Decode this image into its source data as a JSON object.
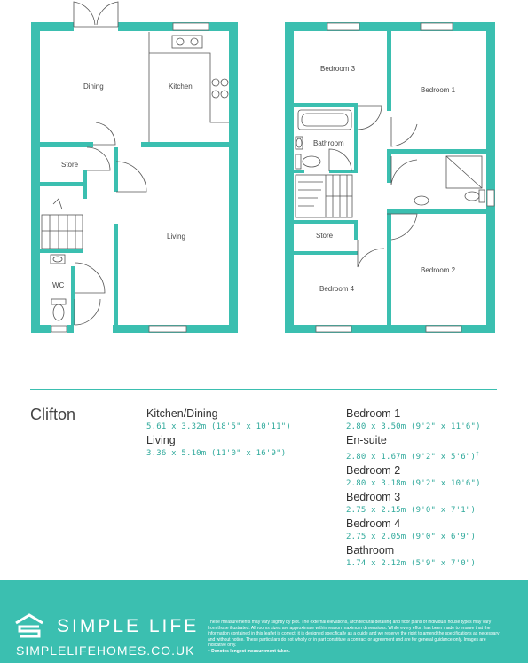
{
  "colors": {
    "wall": "#3bbfb0",
    "fixture": "#555555",
    "text": "#444444",
    "accent": "#2fa99b"
  },
  "plan_labels": {
    "dining": "Dining",
    "kitchen": "Kitchen",
    "store_ground": "Store",
    "living": "Living",
    "wc": "WC",
    "bedroom3": "Bedroom 3",
    "bedroom1": "Bedroom 1",
    "bathroom": "Bathroom",
    "store_first": "Store",
    "bedroom4": "Bedroom 4",
    "bedroom2": "Bedroom 2"
  },
  "house_name": "Clifton",
  "specs_ground": [
    {
      "name": "Kitchen/Dining",
      "dims": "5.61 x 3.32m (18'5\" x 10'11\")"
    },
    {
      "name": "Living",
      "dims": "3.36 x 5.10m (11'0\" x 16'9\")"
    }
  ],
  "specs_first": [
    {
      "name": "Bedroom 1",
      "dims": "2.80 x 3.50m (9'2\" x 11'6\")",
      "mark": ""
    },
    {
      "name": "En-suite",
      "dims": "2.80 x 1.67m (9'2\" x 5'6\")",
      "mark": "†"
    },
    {
      "name": "Bedroom 2",
      "dims": "2.80 x 3.18m (9'2\" x 10'6\")",
      "mark": ""
    },
    {
      "name": "Bedroom 3",
      "dims": "2.75 x 2.15m (9'0\" x 7'1\")",
      "mark": ""
    },
    {
      "name": "Bedroom 4",
      "dims": "2.75 x 2.05m (9'0\" x 6'9\")",
      "mark": ""
    },
    {
      "name": "Bathroom",
      "dims": "1.74 x 2.12m (5'9\" x 7'0\")",
      "mark": ""
    }
  ],
  "footer": {
    "brand": "SIMPLE LIFE",
    "url": "SIMPLELIFEHOMES.CO.UK",
    "disclaimer": "These measurements may vary slightly by plot. The external elevations, architectural detailing and floor plans of individual house types may vary from those illustrated. All rooms sizes are approximate within reason maximum dimensions. While every effort has been made to ensure that the information contained in this leaflet is correct, it is designed specifically as a guide and we reserve the right to amend the specifications as necessary and without notice. These particulars do not wholly or in part constitute a contract or agreement and are for general guidance only. Images are indicative only.",
    "note": "† Denotes longest measurement taken."
  }
}
